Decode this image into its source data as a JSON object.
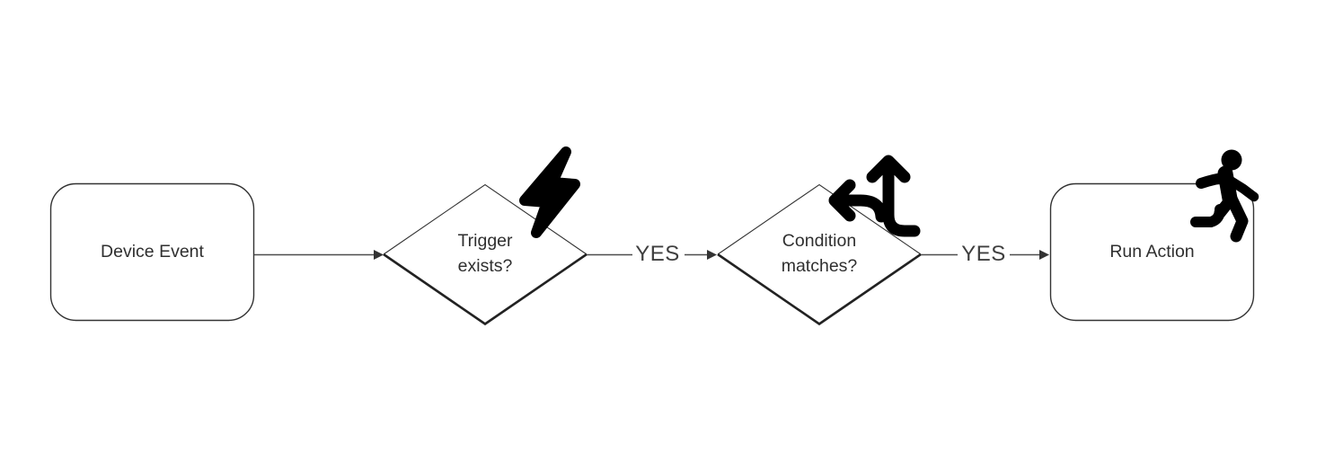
{
  "diagram": {
    "background_color": "#ffffff",
    "node_stroke_color": "#333333",
    "node_stroke_thick_color": "#222222",
    "connector_color": "#4d4d4d",
    "text_color": "#2f2f2f",
    "icon_color": "#000000",
    "nodes": [
      {
        "id": "device-event",
        "type": "rounded-rect",
        "lines": [
          "Device Event"
        ],
        "icon": null
      },
      {
        "id": "trigger-exists",
        "type": "diamond",
        "lines": [
          "Trigger",
          "exists?"
        ],
        "icon": "lightning-bolt-icon"
      },
      {
        "id": "condition-matches",
        "type": "diamond",
        "lines": [
          "Condition",
          "matches?"
        ],
        "icon": "split-arrows-icon"
      },
      {
        "id": "run-action",
        "type": "rounded-rect",
        "lines": [
          "Run Action"
        ],
        "icon": "running-person-icon"
      }
    ],
    "edges": [
      {
        "from": "device-event",
        "to": "trigger-exists",
        "label": ""
      },
      {
        "from": "trigger-exists",
        "to": "condition-matches",
        "label": "YES"
      },
      {
        "from": "condition-matches",
        "to": "run-action",
        "label": "YES"
      }
    ]
  }
}
